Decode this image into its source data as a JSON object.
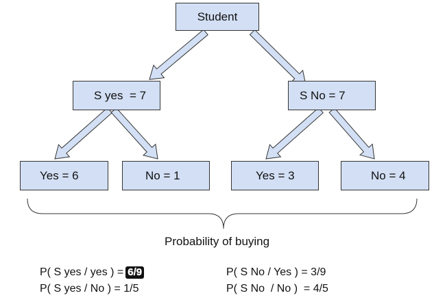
{
  "tree": {
    "root": {
      "label": "Student"
    },
    "left": {
      "label": "S yes  = 7",
      "children": [
        {
          "label": "Yes = 6"
        },
        {
          "label": "No = 1"
        }
      ]
    },
    "right": {
      "label": "S No = 7",
      "children": [
        {
          "label": "Yes = 3"
        },
        {
          "label": "No = 4"
        }
      ]
    }
  },
  "caption": "Probability of buying",
  "formulas": {
    "syes_yes": {
      "label": "P( S yes / yes ) =",
      "value": "6/9"
    },
    "syes_no": "P( S yes / No ) = 1/5",
    "sno_yes": "P( S No / Yes ) = 3/9",
    "sno_no": "P( S No  / No )  = 4/5"
  },
  "colors": {
    "box_fill": "#d2dff4",
    "box_border": "#333333",
    "highlight_bg": "#111111"
  }
}
